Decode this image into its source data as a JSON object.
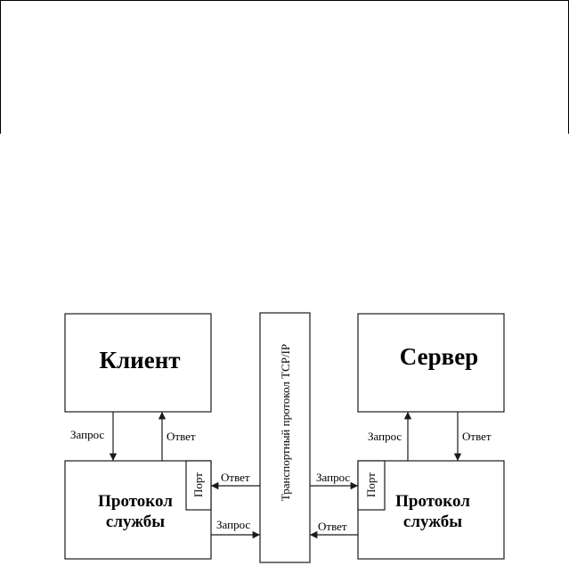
{
  "client": {
    "title": "Клиент",
    "protocol_line1": "Протокол",
    "protocol_line2": "службы",
    "port": "Порт",
    "request": "Запрос",
    "response": "Ответ",
    "transport_response": "Ответ",
    "transport_request": "Запрос"
  },
  "server": {
    "title": "Сервер",
    "protocol_line1": "Протокол",
    "protocol_line2": "службы",
    "port": "Порт",
    "request": "Запрос",
    "response": "Ответ",
    "transport_request": "Запрос",
    "transport_response": "Ответ"
  },
  "transport": {
    "label": "Транспортный протокол TCP/IP"
  }
}
